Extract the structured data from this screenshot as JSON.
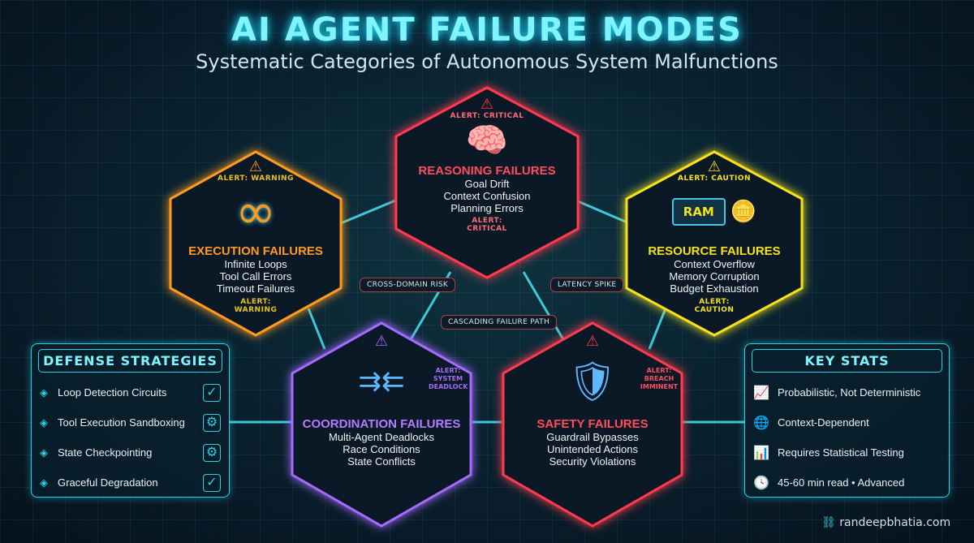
{
  "header": {
    "title": "AI AGENT FAILURE MODES",
    "subtitle": "Systematic Categories of Autonomous System Malfunctions"
  },
  "colors": {
    "reasoning": "#ff3b4e",
    "execution": "#ff9a1f",
    "resource": "#f5e21c",
    "coordination": "#a56bff",
    "safety": "#ff3b4e",
    "accent": "#2bd0e6"
  },
  "hexagons": {
    "reasoning": {
      "alert_top": "ALERT: CRITICAL",
      "icon": "brain-icon",
      "name": "REASONING FAILURES",
      "items": [
        "Goal Drift",
        "Context Confusion",
        "Planning Errors"
      ],
      "alert_bottom": "ALERT: CRITICAL"
    },
    "execution": {
      "alert_top": "ALERT: WARNING",
      "icon": "infinity-loop-icon",
      "name": "EXECUTION FAILURES",
      "items": [
        "Infinite Loops",
        "Tool Call Errors",
        "Timeout Failures"
      ],
      "alert_bottom": "ALERT: WARNING"
    },
    "resource": {
      "alert_top": "ALERT: CAUTION",
      "icon": "ram-chip-icon",
      "icon_label": "RAM",
      "name": "RESOURCE FAILURES",
      "items": [
        "Context Overflow",
        "Memory Corruption",
        "Budget Exhaustion"
      ],
      "alert_bottom": "ALERT: CAUTION"
    },
    "coordination": {
      "icon": "agent-network-icon",
      "side_alert": "ALERT: SYSTEM DEADLOCK",
      "name": "COORDINATION FAILURES",
      "items": [
        "Multi-Agent Deadlocks",
        "Race Conditions",
        "State Conflicts"
      ]
    },
    "safety": {
      "icon": "broken-shield-icon",
      "side_alert": "ALERT: BREACH IMMINENT",
      "name": "SAFETY FAILURES",
      "items": [
        "Guardrail Bypasses",
        "Unintended Actions",
        "Security Violations"
      ]
    }
  },
  "connectors": {
    "cross_domain": "CROSS-DOMAIN RISK",
    "latency": "LATENCY SPIKE",
    "cascading": "CASCADING FAILURE PATH"
  },
  "defense": {
    "title": "DEFENSE STRATEGIES",
    "items": [
      {
        "label": "Loop Detection Circuits",
        "icon": "shield-check-icon"
      },
      {
        "label": "Tool Execution Sandboxing",
        "icon": "gear-icon"
      },
      {
        "label": "State Checkpointing",
        "icon": "gear-check-icon"
      },
      {
        "label": "Graceful Degradation",
        "icon": "shield-check-icon"
      }
    ]
  },
  "stats": {
    "title": "KEY STATS",
    "items": [
      {
        "label": "Probabilistic, Not Deterministic",
        "icon": "trend-line-icon"
      },
      {
        "label": "Context-Dependent",
        "icon": "globe-icon"
      },
      {
        "label": "Requires Statistical Testing",
        "icon": "bar-chart-icon"
      },
      {
        "label": "45-60 min read • Advanced",
        "icon": "clock-icon"
      }
    ]
  },
  "footer": {
    "site": "randeepbhatia.com"
  }
}
